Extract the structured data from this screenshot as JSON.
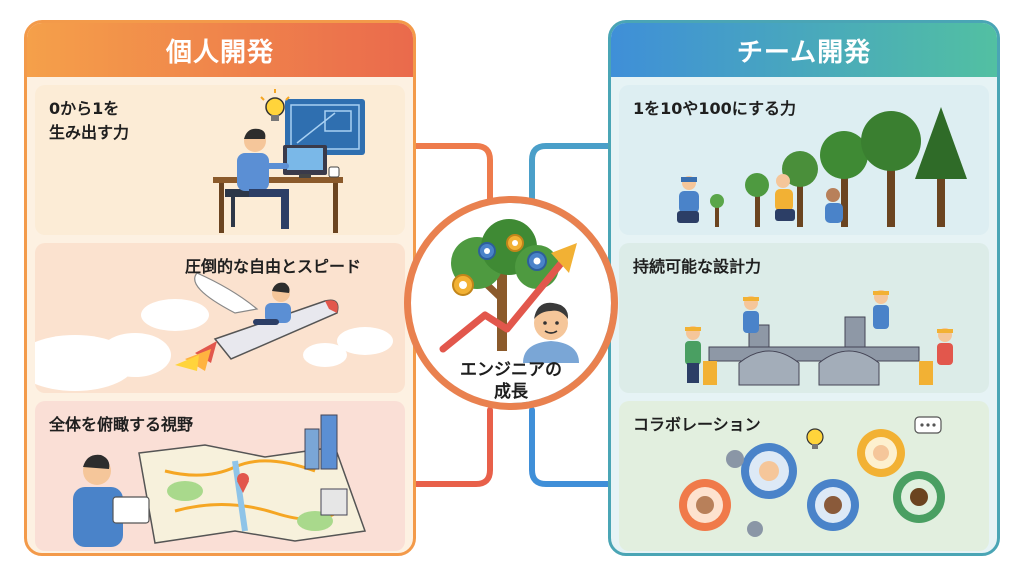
{
  "left_panel": {
    "title": "個人開発",
    "cards": [
      {
        "label": "0から1を\n生み出す力"
      },
      {
        "label": "圧倒的な自由とスピード"
      },
      {
        "label": "全体を俯瞰する視野"
      }
    ]
  },
  "right_panel": {
    "title": "チーム開発",
    "cards": [
      {
        "label": "1を10や100にする力"
      },
      {
        "label": "持続可能な設計力"
      },
      {
        "label": "コラボレーション"
      }
    ]
  },
  "center": {
    "label_line1": "エンジニアの",
    "label_line2": "成長"
  },
  "colors": {
    "left_accent": "#ee7b4c",
    "right_accent": "#4a9fc9",
    "left_header_start": "#f5a04a",
    "left_header_end": "#ea6a4c",
    "right_header_start": "#3f8fd8",
    "right_header_end": "#52c0a2"
  },
  "icons": [
    "lightbulb-icon",
    "blueprint-icon",
    "developer-desk-icon",
    "rocket-icon",
    "map-icon",
    "tree-icon",
    "gear-icon",
    "growth-arrow-icon",
    "bridge-icon",
    "collaboration-gears-icon"
  ]
}
